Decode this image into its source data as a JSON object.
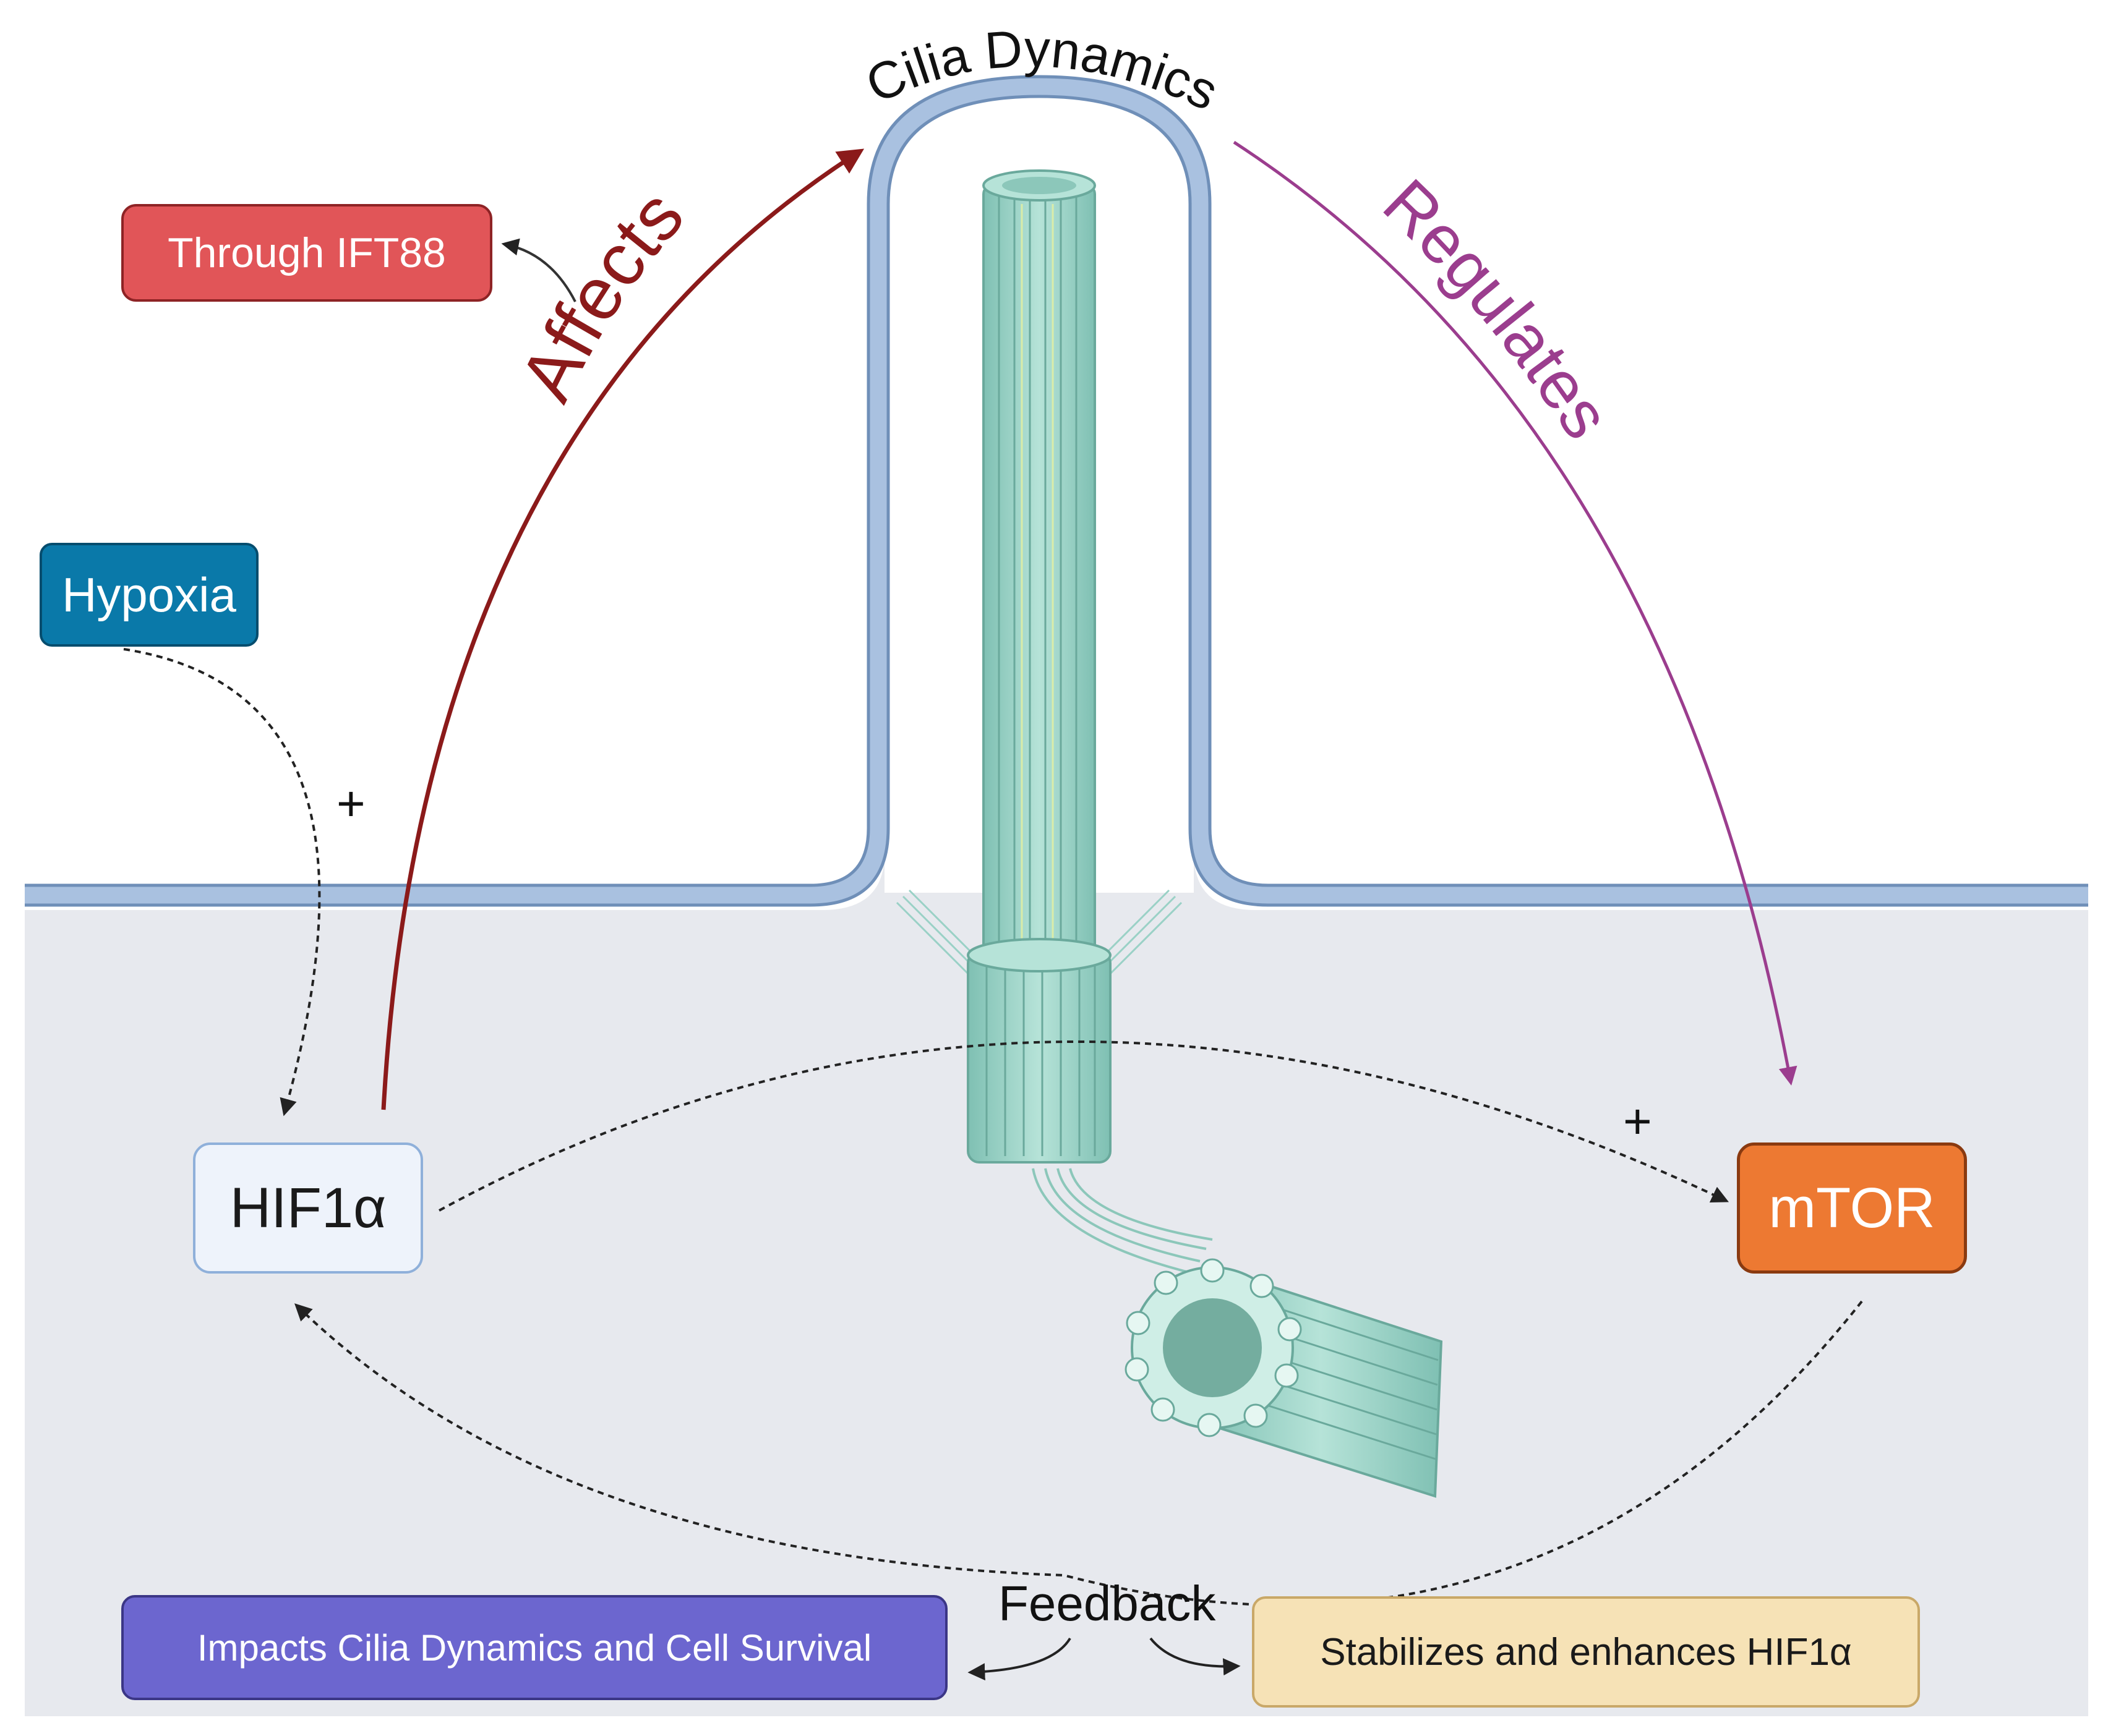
{
  "title": "Cilia Dynamics",
  "edges": {
    "affects": "Affects",
    "regulates": "Regulates",
    "plus_hypoxia": "+",
    "plus_mtor": "+",
    "feedback": "Feedback"
  },
  "nodes": {
    "ift88": "Through IFT88",
    "hypoxia": "Hypoxia",
    "hif": "HIF1α",
    "mtor": "mTOR",
    "impacts": "Impacts Cilia Dynamics and Cell Survival",
    "stabilizes": "Stabilizes and enhances HIF1α"
  },
  "colors": {
    "affects": "#8b1a1a",
    "regulates": "#9b3d8e",
    "membrane": "#a9c1e0",
    "cytoplasm": "#e7e9ee",
    "cilium": "#9ad1c6"
  }
}
